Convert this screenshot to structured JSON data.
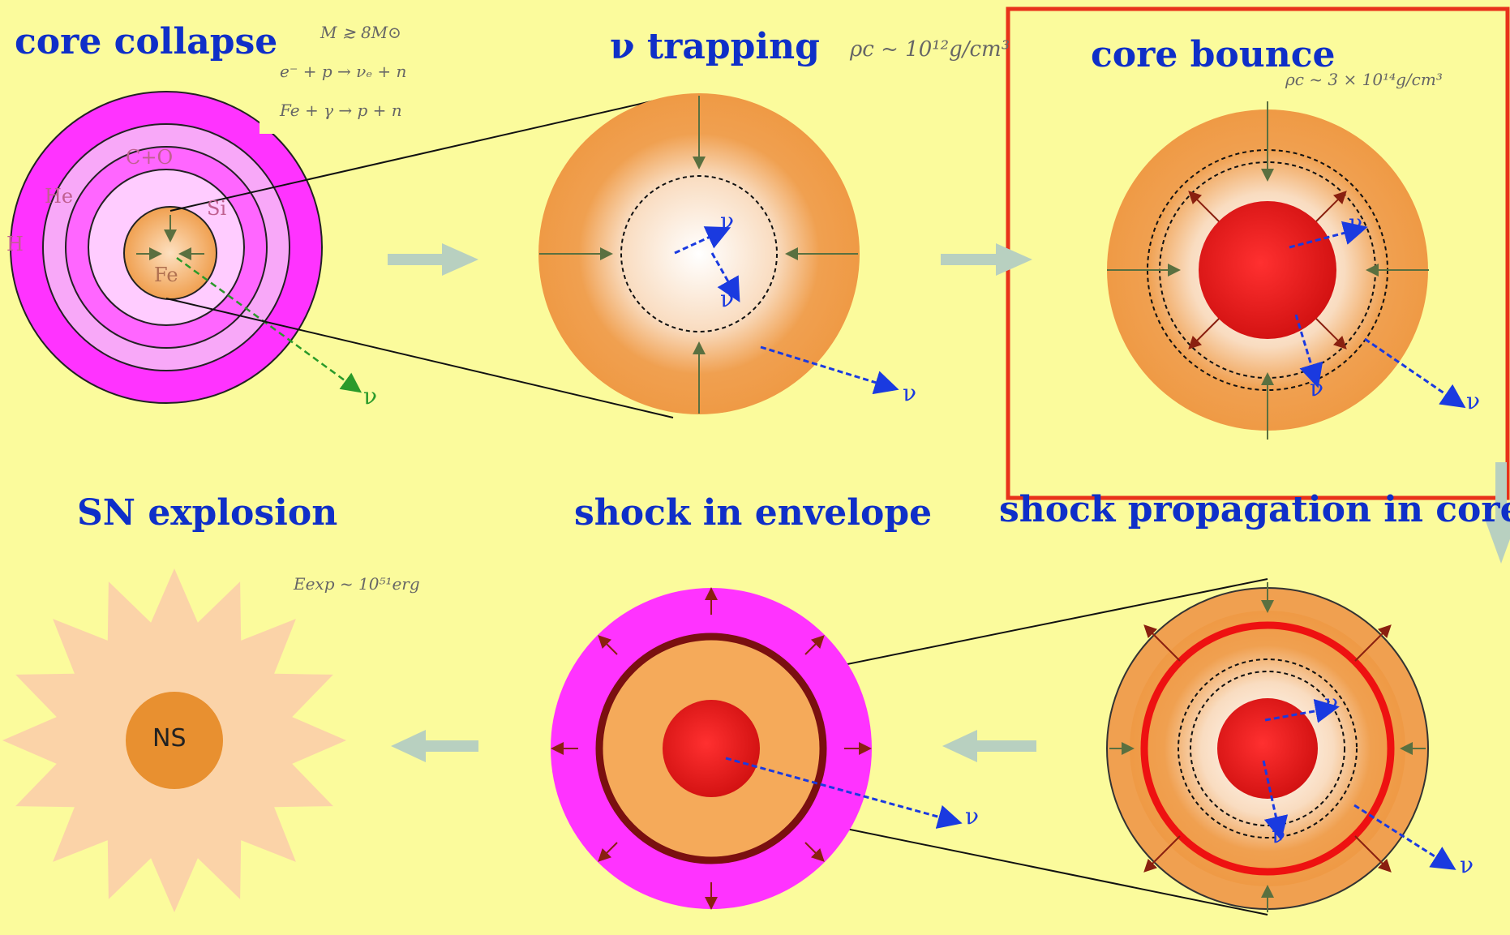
{
  "titles": {
    "core_collapse": "core collapse",
    "nu_trapping": "ν trapping",
    "core_bounce": "core bounce",
    "sn_explosion": "SN explosion",
    "shock_envelope": "shock in envelope",
    "shock_core": "shock propagation in core"
  },
  "equations": {
    "mass": "M  ≳  8M⊙",
    "capture": "e⁻ + p  →  νₑ + n",
    "photodis": "Fe + γ  →  p + n",
    "trap_density": "ρc ~ 10¹²g/cm³",
    "bounce_density": "ρc ~ 3 × 10¹⁴g/cm³",
    "energy": "Eexp ~ 10⁵¹erg"
  },
  "layers": {
    "h": "H",
    "he": "He",
    "co": "C+O",
    "si": "Si",
    "fe": "Fe"
  },
  "neutrino": "ν",
  "ns": "NS",
  "colors": {
    "background": "#fbfb9c",
    "title": "#0f2fc8",
    "highlight_box": "#e8321a",
    "envelope": "#ff33ff",
    "core_orange": "#f0a050",
    "proto_ns": "#e01818",
    "arrow": "#b8d0c0"
  }
}
